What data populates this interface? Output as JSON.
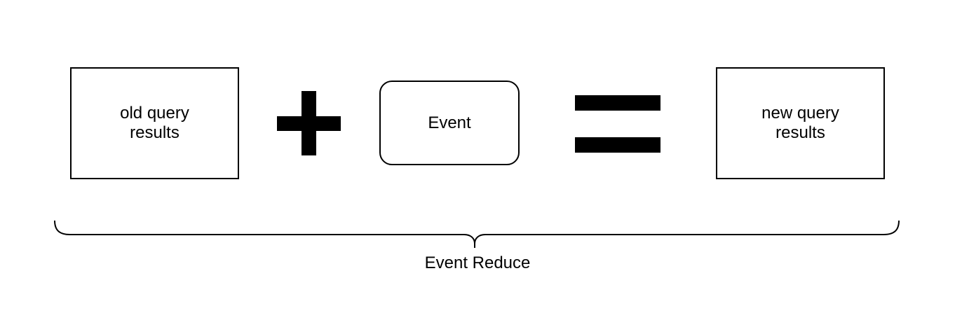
{
  "diagram": {
    "background_color": "#ffffff",
    "stroke_color": "#000000",
    "text_color": "#000000",
    "nodes": {
      "old_query_results": {
        "shape": "rectangle",
        "line1": "old query",
        "line2": "results"
      },
      "event": {
        "shape": "rounded-rectangle",
        "label": "Event"
      },
      "new_query_results": {
        "shape": "rectangle",
        "line1": "new query",
        "line2": "results"
      }
    },
    "operators": {
      "plus": "plus-icon",
      "equals": "equals-icon"
    },
    "caption": "Event Reduce"
  }
}
